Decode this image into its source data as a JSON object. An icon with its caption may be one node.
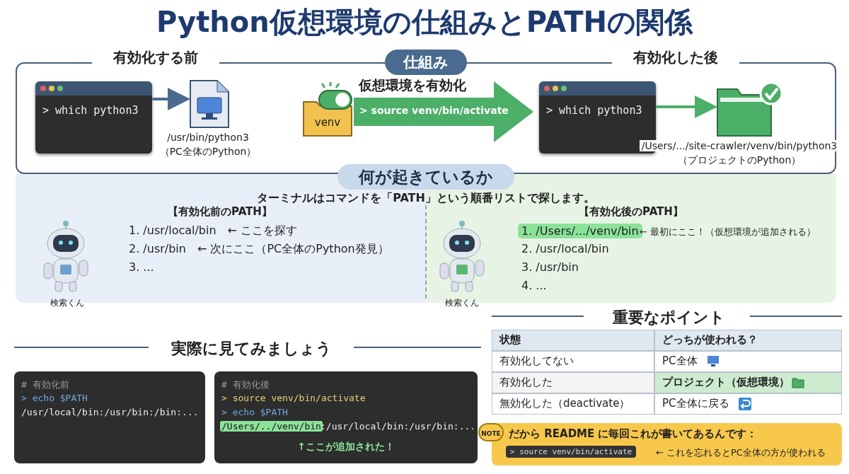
{
  "diagram": {
    "title": "Python仮想環境の仕組みとPATHの関係",
    "nodes": [
      {
        "text": [
          "仕組み"
        ]
      },
      {
        "text": [
          "> which python3"
        ],
        "in": 0
      },
      {
        "text": [],
        "shape": "picture",
        "beside": [
          "/usr/bin/python3",
          "（PC全体のPython）"
        ],
        "in": 0
      },
      {
        "text": [
          "venv"
        ],
        "in": 0
      },
      {
        "text": [
          "> which python3"
        ],
        "in": 0
      },
      {
        "text": [],
        "shape": "picture",
        "beside": [
          "/Users/.../site-crawler/venv/bin/python3",
          "（プロジェクトのPython）"
        ],
        "in": 0
      },
      {
        "text": [
          "何が起きているか",
          "ターミナルはコマンドを「PATH」という順番リストで探します。"
        ]
      },
      {
        "text": [
          "【有効化前のPATH】",
          "1. /usr/local/bin　← ここを探す",
          "2. /usr/bin　← 次にここ（PC全体のPython発見）",
          "3. ..."
        ],
        "in": 6
      },
      {
        "text": [
          "【有効化後のPATH】",
          "1. /Users/.../venv/bin",
          "← 最初にここ！（仮想環境が追加される）",
          "2. /usr/local/bin",
          "3. /usr/bin",
          "4. ..."
        ],
        "in": 6
      },
      {
        "text": [
          "# 有効化前",
          "> echo $PATH",
          "/usr/local/bin:/usr/bin:/bin:..."
        ]
      },
      {
        "text": [
          "# 有効化後",
          "> source venv/bin/activate",
          "> echo $PATH",
          "/Users/../venv/bin",
          ":/usr/local/bin:/usr/bin:...",
          "↑ここが追加された！"
        ]
      },
      {
        "text": [
          "だから README に毎回これが書いてあるんです：",
          "> source venv/bin/activate",
          "← これを忘れるとPC全体の方が使われる"
        ]
      }
    ],
    "edges": [
      {
        "from": 1,
        "to": 2,
        "arrow": "to"
      },
      {
        "from": 3,
        "to": 4,
        "arrow": "to",
        "label": "仮想環境を有効化",
        "style": "thick",
        "color": "#4caf68"
      },
      {
        "from": 4,
        "to": 5,
        "arrow": "to",
        "color": "#4caf68"
      }
    ],
    "labels": [
      "有効化する前",
      "> source venv/bin/activate",
      "有効化した後",
      "検索くん",
      "検索くん",
      "実際に見てみましょう",
      "重要なポイント",
      "状態",
      "どっちが使われる？",
      "有効化してない",
      "PC全体",
      "有効化した",
      "プロジェクト（仮想環境）",
      "無効化した（deactivate）",
      "PC全体に戻る",
      "NOTE"
    ]
  }
}
